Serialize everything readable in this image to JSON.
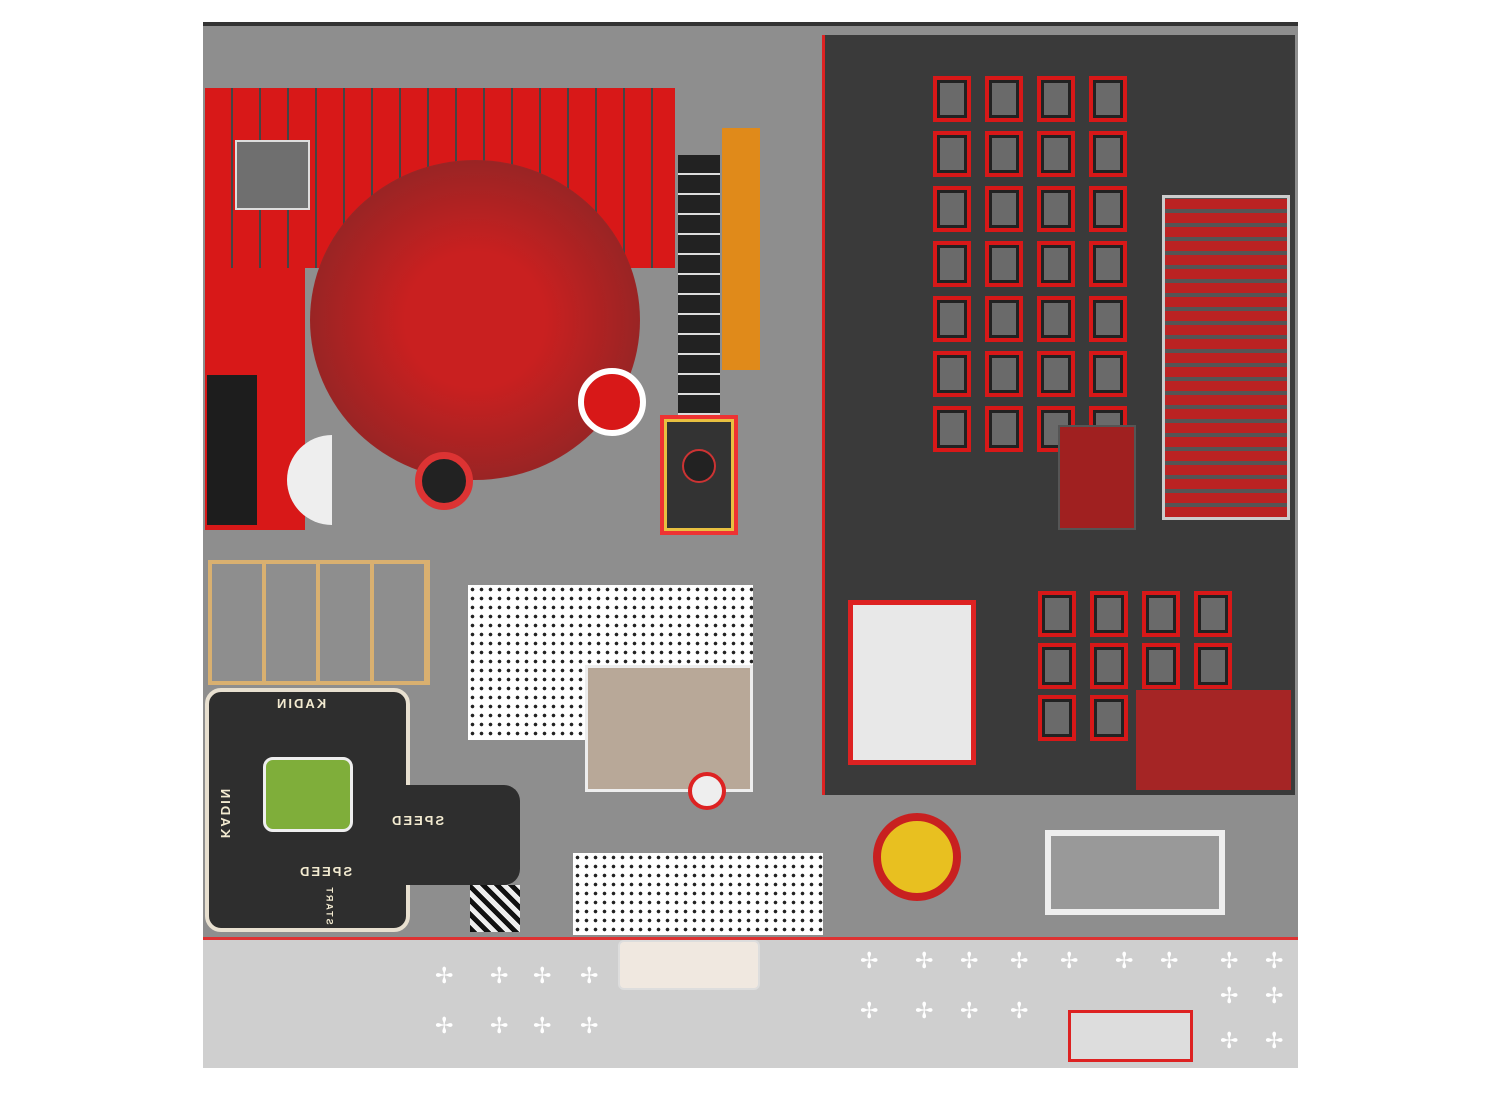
{
  "track": {
    "label_top": "KADIN",
    "label_side": "KADIN",
    "speed_1": "SPEED",
    "speed_2": "SPEED",
    "start": "START"
  },
  "colors": {
    "floor": "#8e8e8e",
    "accent_red": "#d81818",
    "dark": "#3a3a3a",
    "orange": "#e08a1a",
    "grass": "#7fae3a",
    "sand": "#b8a898"
  }
}
